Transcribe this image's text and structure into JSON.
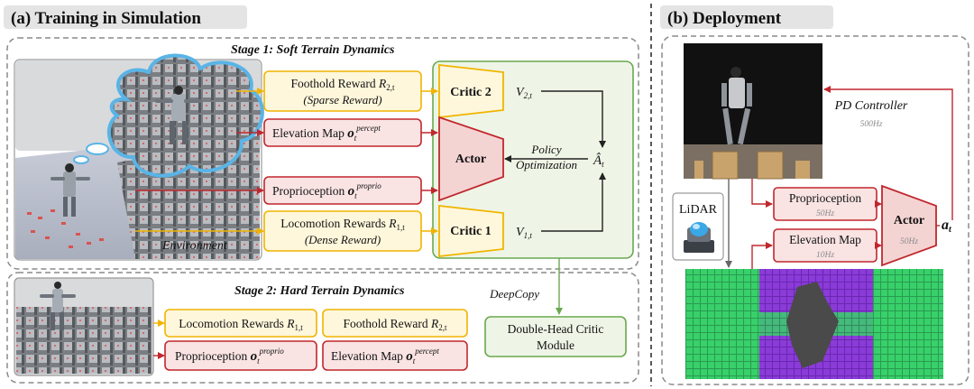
{
  "left_panel": {
    "title": "(a) Training in Simulation",
    "stage1": {
      "title": "Stage 1: Soft Terrain Dynamics",
      "environment_label": "Environment",
      "foothold_reward": {
        "line1": "Foothold Reward",
        "symbol": "R",
        "sub": "2,t",
        "line2": "(Sparse Reward)"
      },
      "elevation_map": {
        "label": "Elevation Map",
        "symbol": "o",
        "sub": "t",
        "sup": "percept"
      },
      "proprioception": {
        "label": "Proprioception",
        "symbol": "o",
        "sub": "t",
        "sup": "proprio"
      },
      "locomotion_rewards": {
        "line1": "Locomotion Rewards",
        "symbol": "R",
        "sub": "1,t",
        "line2": "(Dense Reward)"
      },
      "critic2": "Critic 2",
      "critic1": "Critic 1",
      "actor": "Actor",
      "v2": {
        "symbol": "V",
        "sub": "2,t"
      },
      "v1": {
        "symbol": "V",
        "sub": "1,t"
      },
      "advantage": {
        "symbol": "Â",
        "sub": "t"
      },
      "policy_opt_line1": "Policy",
      "policy_opt_line2": "Optimization"
    },
    "deepcopy": "DeepCopy",
    "stage2": {
      "title": "Stage 2: Hard Terrain Dynamics",
      "locomotion_rewards": {
        "label": "Locomotion Rewards",
        "symbol": "R",
        "sub": "1,t"
      },
      "foothold_reward": {
        "label": "Foothold Reward",
        "symbol": "R",
        "sub": "2,t"
      },
      "proprioception": {
        "label": "Proprioception",
        "symbol": "o",
        "sub": "t",
        "sup": "proprio"
      },
      "elevation_map": {
        "label": "Elevation Map",
        "symbol": "o",
        "sub": "t",
        "sup": "percept"
      },
      "critic_module_line1": "Double-Head Critic",
      "critic_module_line2": "Module"
    }
  },
  "right_panel": {
    "title": "(b) Deployment",
    "pd_controller": "PD Controller",
    "pd_freq": "500Hz",
    "lidar": "LiDAR",
    "proprioception": "Proprioception",
    "proprio_freq": "50Hz",
    "elevation_map": "Elevation Map",
    "elev_freq": "10Hz",
    "actor": "Actor",
    "actor_freq": "50Hz",
    "action": {
      "symbol": "a",
      "sub": "t"
    }
  },
  "colors": {
    "red": "#c0272d",
    "orange": "#f0b400",
    "green": "#6aa84f",
    "red_fill": "#f9e3e3",
    "orange_fill": "#fff7dc",
    "green_fill": "#eef5e6",
    "actor_fill": "#f4d3d3",
    "title_bg": "#e4e4e4"
  }
}
